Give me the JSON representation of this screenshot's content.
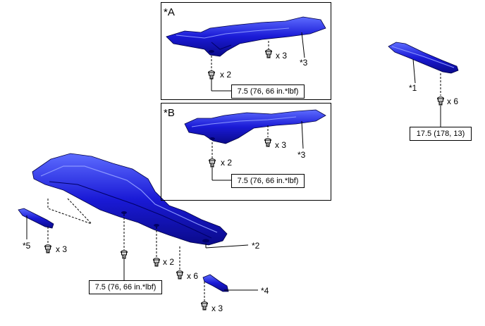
{
  "insets": [
    {
      "label": "*A",
      "bolt_count_upper": "x 3",
      "bolt_count_lower": "x 2",
      "torque": "7.5 (76, 66 in.*lbf)",
      "part": "*3"
    },
    {
      "label": "*B",
      "bolt_count_upper": "x 3",
      "bolt_count_lower": "x 2",
      "torque": "7.5 (76, 66 in.*lbf)",
      "part": "*3"
    }
  ],
  "right_part": {
    "part": "*1",
    "bolt_count": "x 6",
    "torque": "17.5 (178, 13)"
  },
  "main": {
    "part_main": "*2",
    "part_left": "*5",
    "part_small": "*4",
    "count_left": "x 3",
    "count_mid": "x 2",
    "count_right": "x 6",
    "count_small": "x 3",
    "torque": "7.5 (76, 66 in.*lbf)"
  },
  "colors": {
    "part_blue": "#1a1ad6",
    "part_dark": "#0a0a8a",
    "part_light": "#6a78ff"
  }
}
